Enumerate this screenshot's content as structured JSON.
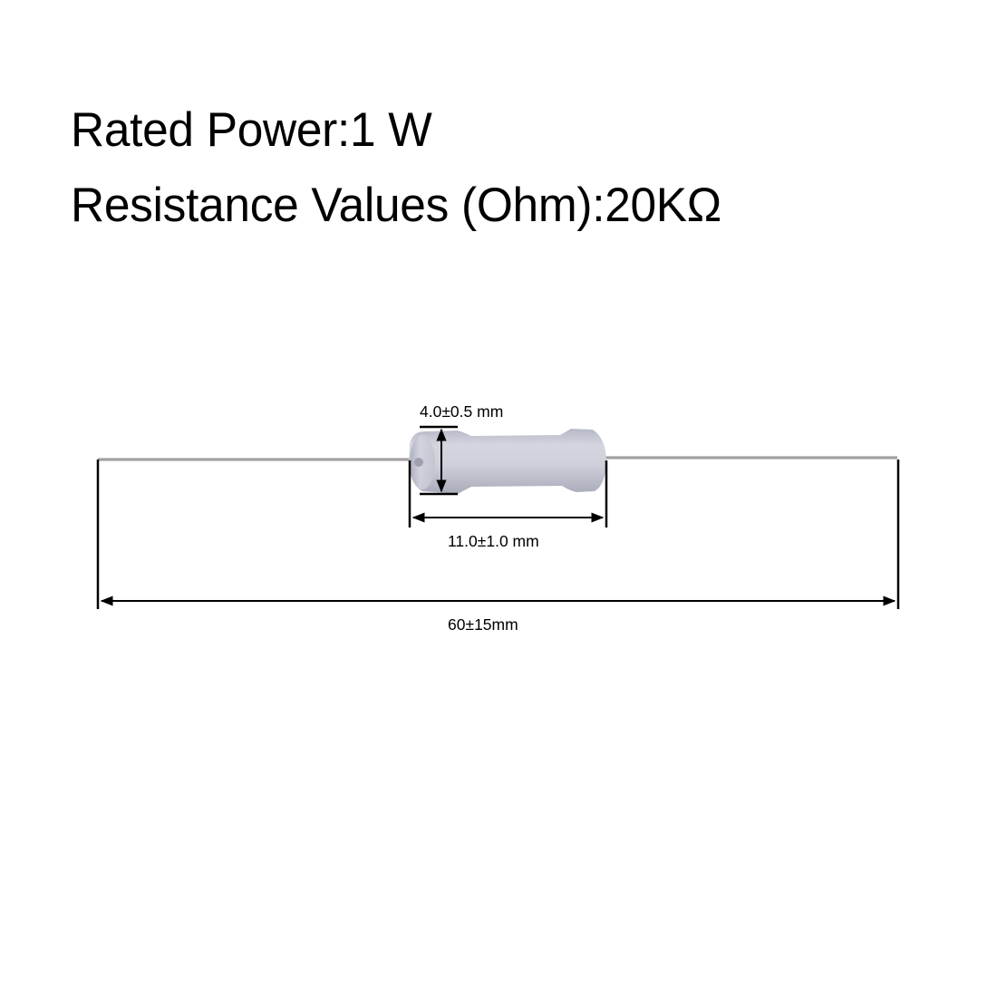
{
  "spec": {
    "rated_power_label": "Rated Power:1 W",
    "resistance_label": "Resistance Values (Ohm):20KΩ"
  },
  "diagram": {
    "component": "resistor",
    "body_color": "#c9cad6",
    "lead_color": "#b8b8b8",
    "dimensions": {
      "diameter": "4.0±0.5 mm",
      "body_length": "11.0±1.0 mm",
      "total_length": "60±15mm"
    }
  }
}
